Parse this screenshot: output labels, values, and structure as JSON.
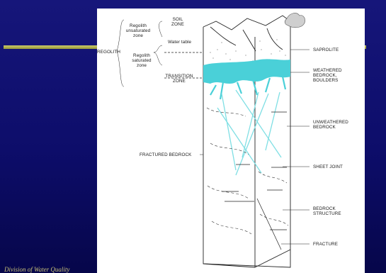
{
  "labels": {
    "regolith": "REGOLITH",
    "regolith_unsaturated": [
      "Regolith",
      "unsaturated",
      "zone"
    ],
    "regolith_saturated": [
      "Regolith",
      "saturated",
      "zone"
    ],
    "soil_zone": [
      "SOIL",
      "ZONE"
    ],
    "water_table": "Water table",
    "transition_zone": [
      "TRANSITION",
      "ZONE"
    ],
    "fractured_bedrock": "FRACTURED BEDROCK",
    "saprolite": "SAPROLITE",
    "weathered_bedrock": [
      "WEATHERED",
      "BEDROCK,",
      "BOULDERS"
    ],
    "unweathered_bedrock": [
      "UNWEATHERED",
      "BEDROCK"
    ],
    "sheet_joint": "SHEET JOINT",
    "bedrock_structure": [
      "BEDROCK",
      "STRUCTURE"
    ],
    "fracture": "FRACTURE"
  },
  "footer": "Division of Water Quality",
  "colors": {
    "background": "#0d0d6a",
    "rule": "#b0b050",
    "water": "#4ad0d8",
    "line": "#222222"
  }
}
